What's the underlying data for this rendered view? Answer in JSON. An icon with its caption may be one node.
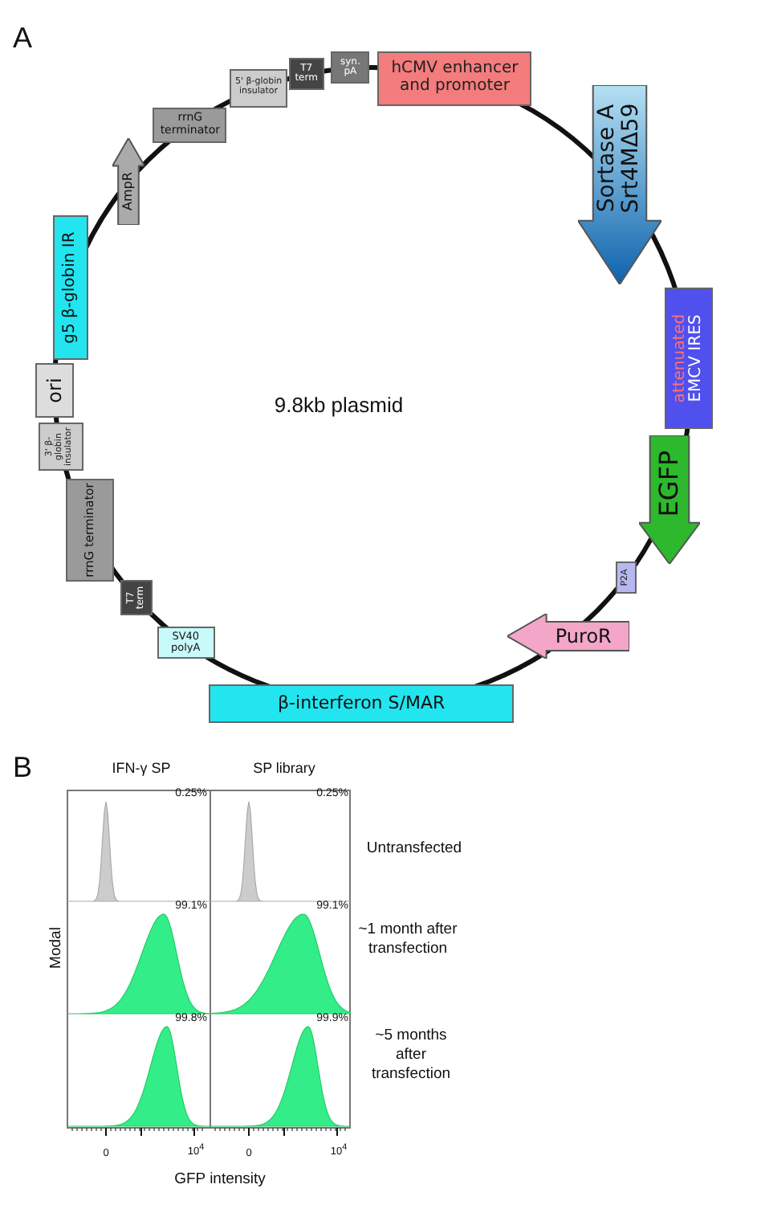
{
  "diagram": {
    "nodes": [
      {
        "text": [
          "hCMV enhancer and promoter"
        ]
      },
      {
        "text": [
          "Sortase A Srt4MΔ59"
        ]
      },
      {
        "text": [
          "attenuated",
          "EMCV IRES"
        ]
      },
      {
        "text": [
          "EGFP"
        ]
      },
      {
        "text": [
          "P2A"
        ]
      },
      {
        "text": [
          "PuroR"
        ]
      },
      {
        "text": [
          "β-interferon S/MAR"
        ]
      },
      {
        "text": [
          "SV40 polyA"
        ]
      },
      {
        "text": [
          "T7 term"
        ]
      },
      {
        "text": [
          "rrnG terminator"
        ]
      },
      {
        "text": [
          "3' β-globin insulator"
        ]
      },
      {
        "text": [
          "ori"
        ]
      },
      {
        "text": [
          "g5 β-globin IR"
        ]
      },
      {
        "text": [
          "AmpR"
        ]
      },
      {
        "text": [
          "rrnG terminator"
        ]
      },
      {
        "text": [
          "5' β-globin insulator"
        ]
      },
      {
        "text": [
          "T7 term"
        ]
      },
      {
        "text": [
          "syn. pA"
        ]
      }
    ],
    "labels": [
      "A",
      "9.8kb plasmid",
      "B",
      "IFN-γ SP",
      "SP library",
      "0.25%",
      "0.25%",
      "Untransfected",
      "Modal",
      "99.1%",
      "99.1%",
      "~1 month after transfection",
      "99.8%",
      "99.9%",
      "~5 months after transfection",
      "0",
      "10$^{4}$",
      "0",
      "10$^{4}$",
      "GFP intensity"
    ]
  }
}
